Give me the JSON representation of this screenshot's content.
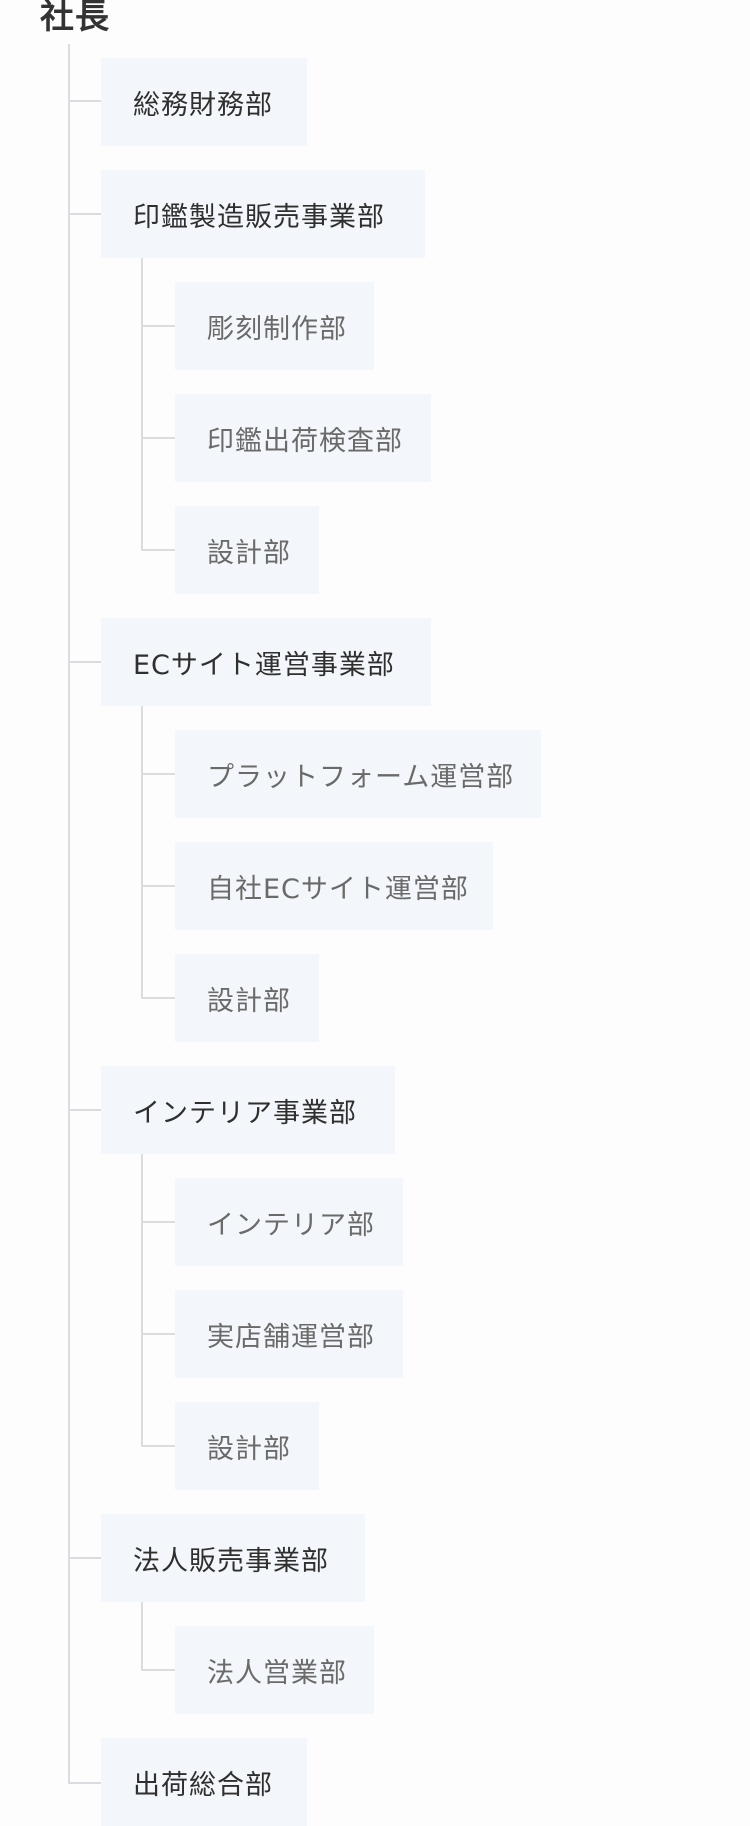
{
  "root": "社長",
  "divisions": [
    {
      "label": "総務財務部",
      "children": []
    },
    {
      "label": "印鑑製造販売事業部",
      "children": [
        {
          "label": "彫刻制作部"
        },
        {
          "label": "印鑑出荷検査部"
        },
        {
          "label": "設計部"
        }
      ]
    },
    {
      "label": "ECサイト運営事業部",
      "children": [
        {
          "label": "プラットフォーム運営部"
        },
        {
          "label": "自社ECサイト運営部"
        },
        {
          "label": "設計部"
        }
      ]
    },
    {
      "label": "インテリア事業部",
      "children": [
        {
          "label": "インテリア部"
        },
        {
          "label": "実店舗運営部"
        },
        {
          "label": "設計部"
        }
      ]
    },
    {
      "label": "法人販売事業部",
      "children": [
        {
          "label": "法人営業部"
        }
      ]
    },
    {
      "label": "出荷総合部",
      "children": []
    }
  ],
  "colors": {
    "box_background": "#f3f6fa",
    "connector": "#dadcdf",
    "level1_text": "#2f2f2f",
    "level2_text": "#6a6a6a"
  }
}
